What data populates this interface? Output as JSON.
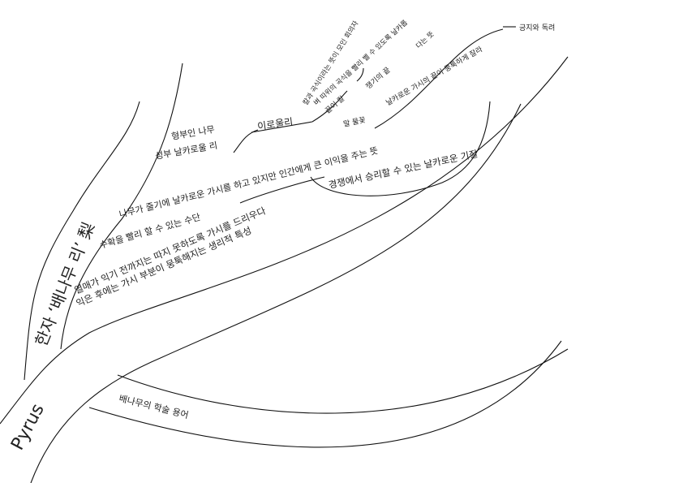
{
  "mindmap": {
    "root": "Pyrus",
    "branches": {
      "hanja": {
        "label": "한자 ‘배나무 리’ 梨",
        "sub_seongbu": "성부 날카로울 리",
        "sub_hyeongbu": "형부인 나무",
        "iro": {
          "label": "이로울리",
          "neutral_word": "말 물꽃",
          "neutral_desc": "날카로운 가시의 끝이 뭉툭하게 잘라",
          "gist": "긍지와 독려",
          "spike_word": "끝이 칼",
          "spike_desc": "칼과 곡식이라는 뜻이 모인 회의자",
          "grain_word": "쟁기의 끝",
          "grain_desc": "벼 따위의 곡식을 빨리 벨 수 있도록 날카롭",
          "sharp_end": "다는 뜻"
        }
      },
      "thorn": {
        "means": "나무가 줄기에 날카로운 가시를 하고 있지만 인간에게 큰 이익을 주는 뜻",
        "competition": "경쟁에서 승리할 수 있는 날카로운 기질",
        "quick": "수확을 빨리 할 수 있는 수단"
      },
      "trait": {
        "line1": "열매가 익기 전까지는 따지 못하도록 가시를 드리우다",
        "line2": "익은 후에는 가시 부분이 뭉툭해지는 생리적 특성"
      },
      "academic": {
        "label": "배나무의 학술 용어"
      }
    }
  }
}
